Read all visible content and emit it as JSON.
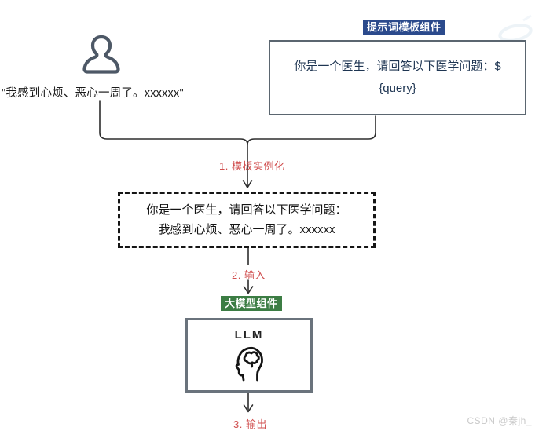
{
  "diagram": {
    "user_input": {
      "icon": "user-icon",
      "text": "\"我感到心烦、恶心一周了。xxxxxx\""
    },
    "prompt_template_component": {
      "label": "提示词模板组件",
      "label_bg": "#2b4a8c",
      "box_text": "你是一个医生，请回答以下医学问题：$\n{query}"
    },
    "instantiated_prompt": {
      "box_text": "你是一个医生，请回答以下医学问题：\n我感到心烦、恶心一周了。xxxxxx"
    },
    "llm_component": {
      "label": "大模型组件",
      "label_bg": "#3c7d44",
      "box_text": "LLM",
      "icon": "brain-head-icon"
    },
    "steps": [
      {
        "label": "1. 模板实例化"
      },
      {
        "label": "2. 输入"
      },
      {
        "label": "3. 输出"
      }
    ],
    "colors": {
      "step_label": "#d04f4f",
      "box_border": "#5b6670",
      "connector": "#2d2d2d",
      "person_icon": "#4d5866"
    },
    "watermark": "CSDN @秦jh_"
  }
}
